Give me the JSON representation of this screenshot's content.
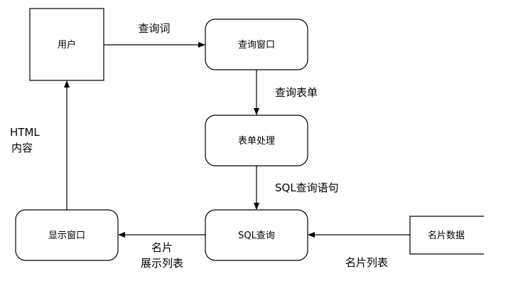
{
  "nodes": {
    "user": "用户",
    "query_window": "查询窗口",
    "form_processing": "表单处理",
    "sql_query": "SQL查询",
    "display_window": "显示窗口",
    "card_data": "名片数据"
  },
  "edges": {
    "query_word": "查询词",
    "query_form": "查询表单",
    "sql_statement": "SQL查询语句",
    "card_display_list_line1": "名片",
    "card_display_list_line2": "展示列表",
    "card_list": "名片列表",
    "html_content_line1": "HTML",
    "html_content_line2": "内容"
  },
  "colors": {
    "stroke": "#000000",
    "fill": "#ffffff"
  }
}
